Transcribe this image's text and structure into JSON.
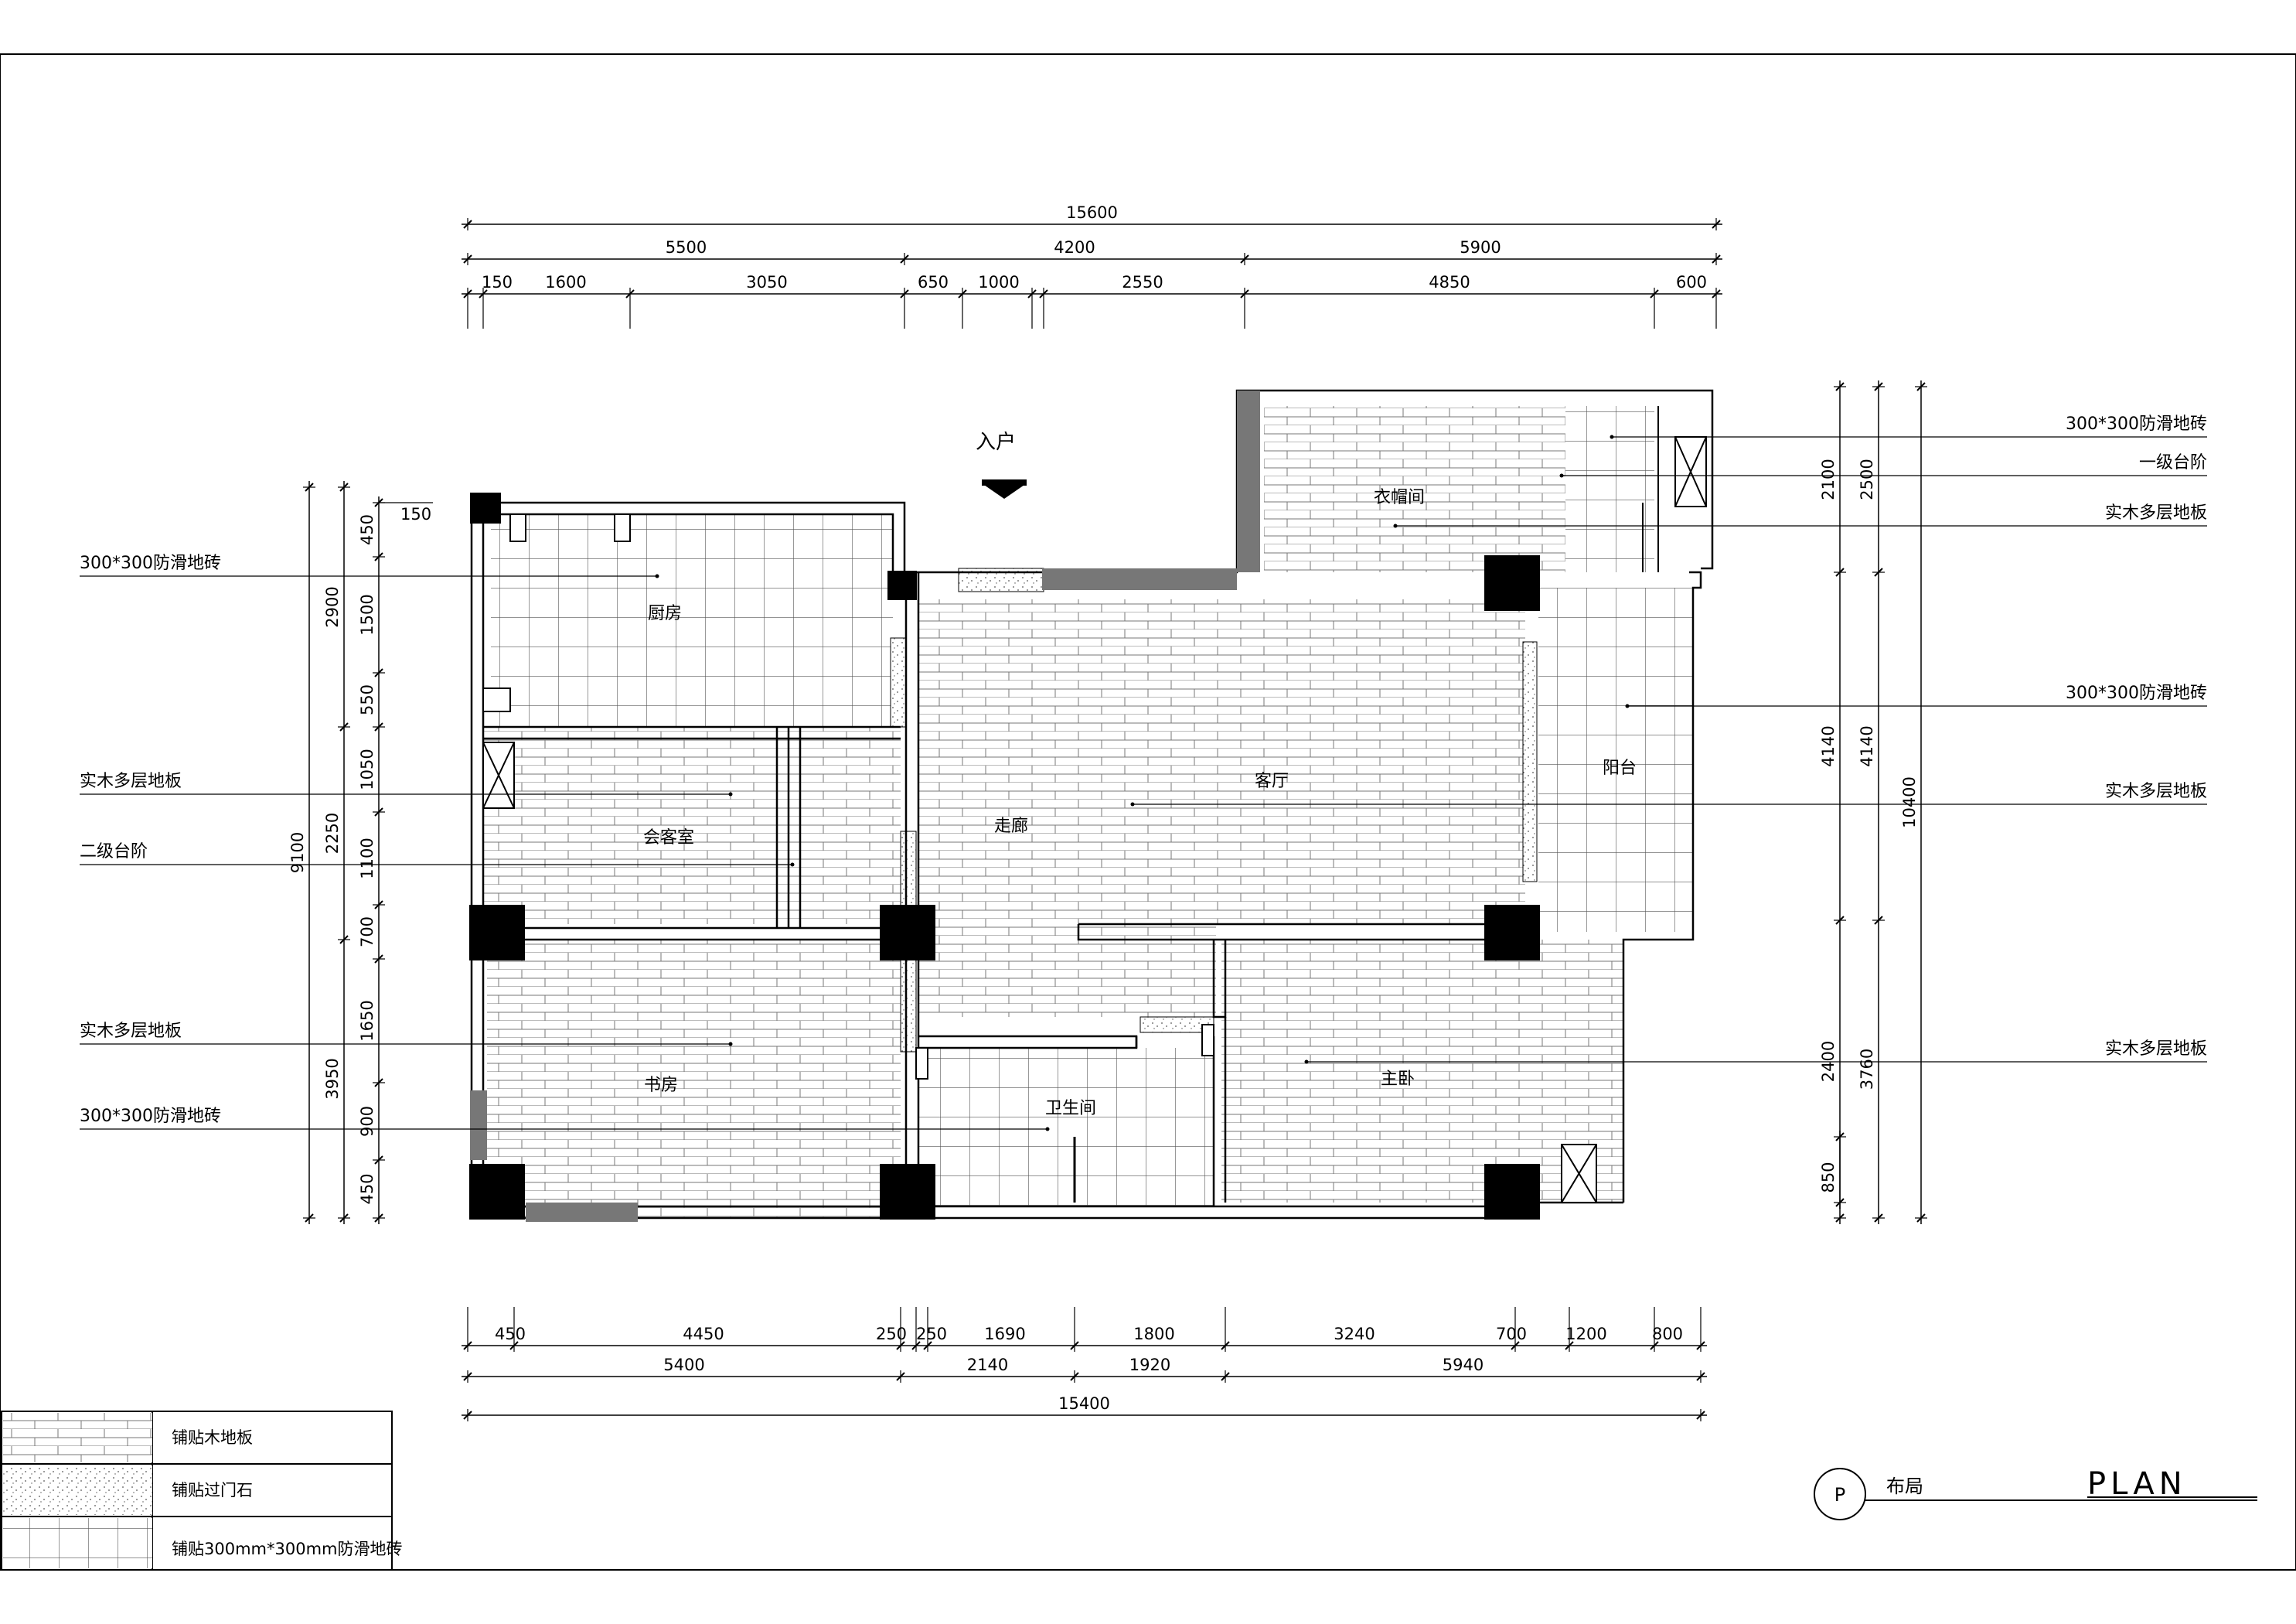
{
  "entry_label": "入户",
  "rooms": {
    "kitchen": "厨房",
    "wardrobe": "衣帽间",
    "living": "客厅",
    "corridor": "走廊",
    "guest": "会客室",
    "balcony": "阳台",
    "study": "书房",
    "bathroom": "卫生间",
    "master": "主卧"
  },
  "dims": {
    "top_total": "15600",
    "top_mid": [
      "5500",
      "4200",
      "5900"
    ],
    "top_detail": [
      "150",
      "1600",
      "3050",
      "650",
      "1000",
      "2550",
      "4850",
      "600"
    ],
    "bottom_total": "15400",
    "bottom_mid": [
      "5400",
      "2140",
      "1920",
      "5940"
    ],
    "bottom_detail": [
      "450",
      "4450",
      "250",
      "250",
      "1690",
      "1800",
      "3240",
      "700",
      "1200",
      "800"
    ],
    "left_total": "9100",
    "left_mid": [
      "2900",
      "2250",
      "3950"
    ],
    "left_detail": [
      "450",
      "1500",
      "550",
      "1050",
      "1100",
      "700",
      "1650",
      "900",
      "450"
    ],
    "left_top_small": "150",
    "right_total": "10400",
    "right_inner": [
      "2100",
      "4140",
      "2400",
      "850"
    ],
    "right_outer": [
      "2500",
      "4140",
      "3760"
    ]
  },
  "left_callouts": [
    "300*300防滑地砖",
    "实木多层地板",
    "二级台阶",
    "实木多层地板",
    "300*300防滑地砖"
  ],
  "right_callouts": [
    "300*300防滑地砖",
    "一级台阶",
    "实木多层地板",
    "300*300防滑地砖",
    "实木多层地板",
    "实木多层地板"
  ],
  "legend": {
    "wood": "铺贴木地板",
    "stone": "铺贴过门石",
    "tile": "铺贴300mm*300mm防滑地砖"
  },
  "title_block": {
    "symbol": "P",
    "cn": "布局",
    "en": "PLAN"
  }
}
